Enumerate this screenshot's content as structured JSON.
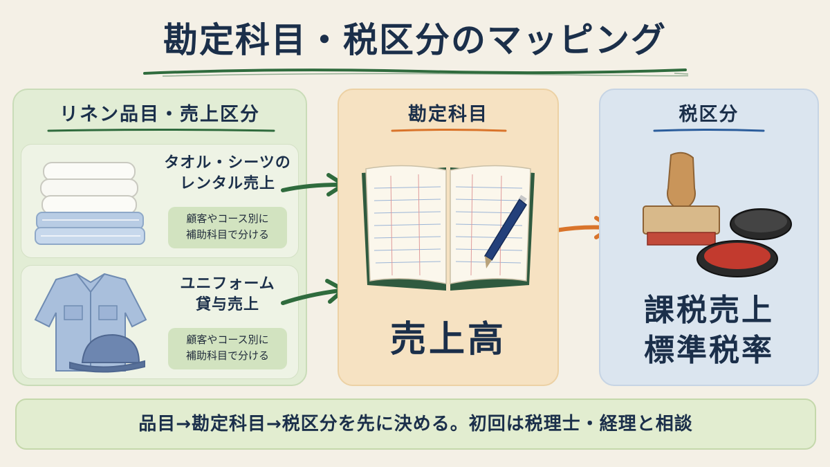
{
  "title": "勘定科目・税区分のマッピング",
  "linen": {
    "heading": "リネン品目・売上区分",
    "items": [
      {
        "title_line1": "タオル・シーツの",
        "title_line2": "レンタル売上",
        "note_line1": "顧客やコース別に",
        "note_line2": "補助科目で分ける"
      },
      {
        "title_line1": "ユニフォーム",
        "title_line2": "貸与売上",
        "note_line1": "顧客やコース別に",
        "note_line2": "補助科目で分ける"
      }
    ]
  },
  "account": {
    "heading": "勘定科目",
    "value": "売上高"
  },
  "tax": {
    "heading": "税区分",
    "line1": "課税売上",
    "line2": "標準税率"
  },
  "footer": "品目→勘定科目→税区分を先に決める。初回は税理士・経理と相談",
  "colors": {
    "linen_panel": "#e2edd5",
    "account_panel": "#f6e2c2",
    "tax_panel": "#dbe5ef",
    "green_arrow": "#2f6b3d",
    "orange_arrow": "#d9742b",
    "title_text": "#1b2f4a"
  },
  "icons": [
    "towel-stack-icon",
    "uniform-shirt-icon",
    "cap-icon",
    "ledger-book-icon",
    "pen-icon",
    "stamp-icon",
    "ink-pad-icon"
  ]
}
